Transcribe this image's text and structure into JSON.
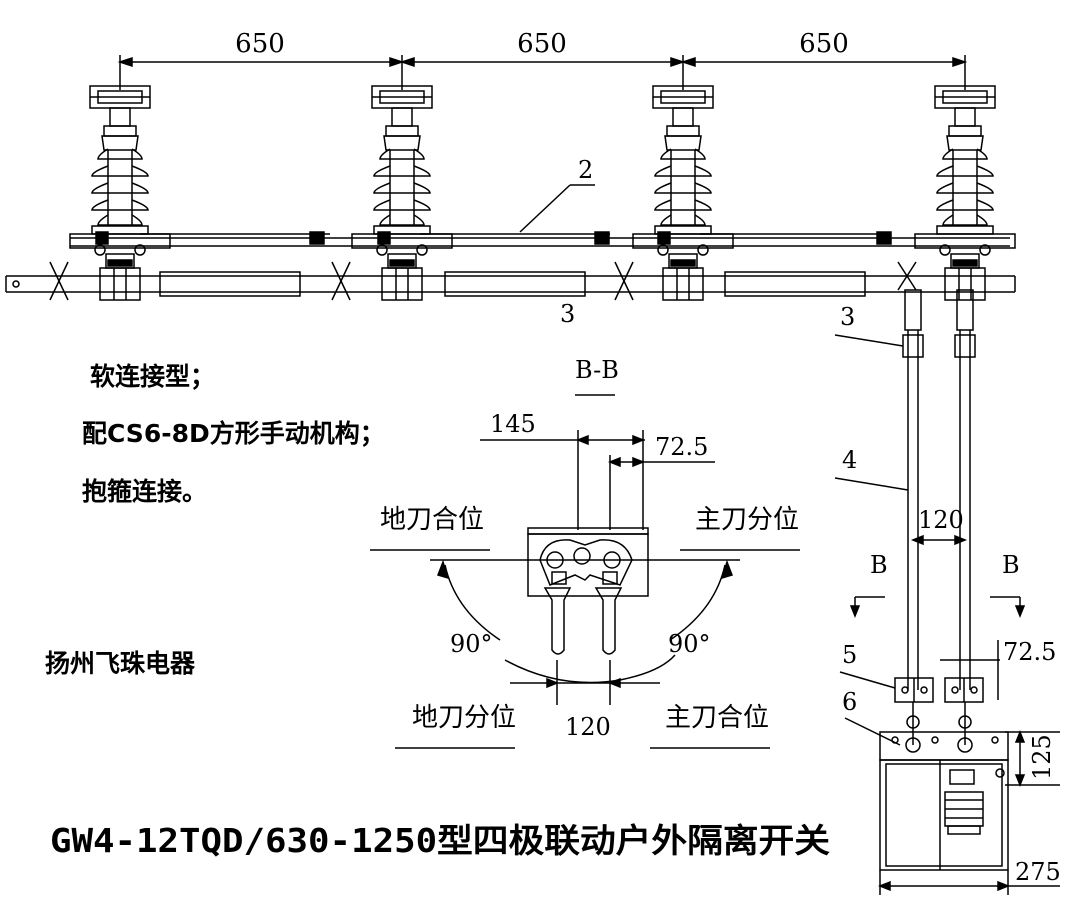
{
  "dims": {
    "top_spacing": [
      "650",
      "650",
      "650"
    ],
    "bb_145": "145",
    "bb_72_5": "72.5",
    "bb_120": "120",
    "side_120": "120",
    "side_72_5": "72.5",
    "side_125": "125",
    "side_275": "275"
  },
  "part_numbers": {
    "p2": "2",
    "p3_bottom": "3",
    "p3_side": "3",
    "p4": "4",
    "p5": "5",
    "p6": "6"
  },
  "section": {
    "title": "B-B",
    "b_left": "B",
    "b_right": "B",
    "ground_closed": "地刀合位",
    "main_open": "主刀分位",
    "ground_open": "地刀分位",
    "main_closed": "主刀合位",
    "angle_left": "90°",
    "angle_right": "90°"
  },
  "notes": [
    "软连接型；",
    "配CS6-8D方形手动机构；",
    "抱箍连接。"
  ],
  "manufacturer": "扬州飞珠电器",
  "title": "GW4-12TQD/630-1250型四极联动户外隔离开关"
}
